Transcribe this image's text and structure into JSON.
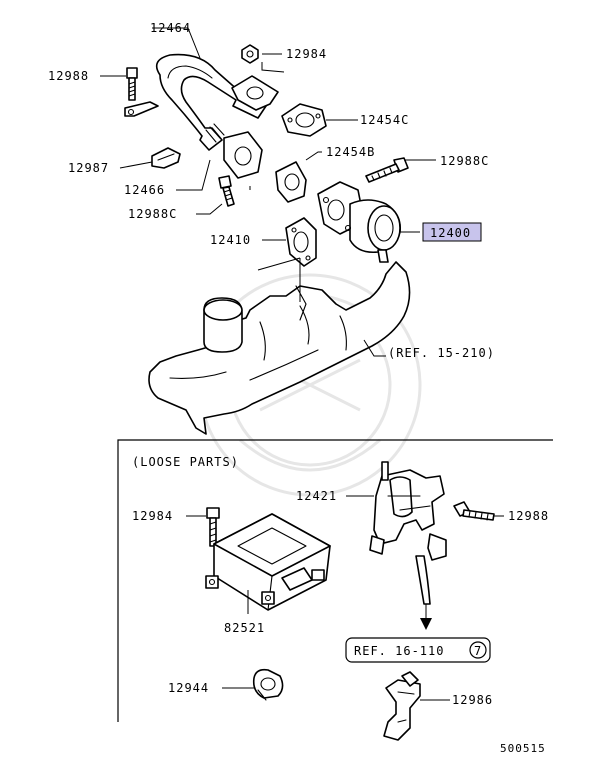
{
  "parts": {
    "p12464": "12464",
    "p12984_top": "12984",
    "p12988_top": "12988",
    "p12454c": "12454C",
    "p12454b": "12454B",
    "p12988c_right": "12988C",
    "p12987": "12987",
    "p12466": "12466",
    "p12988c_left": "12988C",
    "p12410": "12410",
    "p12400": "12400",
    "ref_15_210": "(REF. 15-210)",
    "loose_parts": "(LOOSE PARTS)",
    "p12421": "12421",
    "p12984_loose": "12984",
    "p12988_loose": "12988",
    "p82521": "82521",
    "ref_16_110": "REF. 16-110",
    "ref_16_110_circle": "7",
    "p12944": "12944",
    "p12986": "12986",
    "diagram_id": "500515"
  },
  "colors": {
    "highlight": "#c8c4ec",
    "ink": "#000000"
  }
}
